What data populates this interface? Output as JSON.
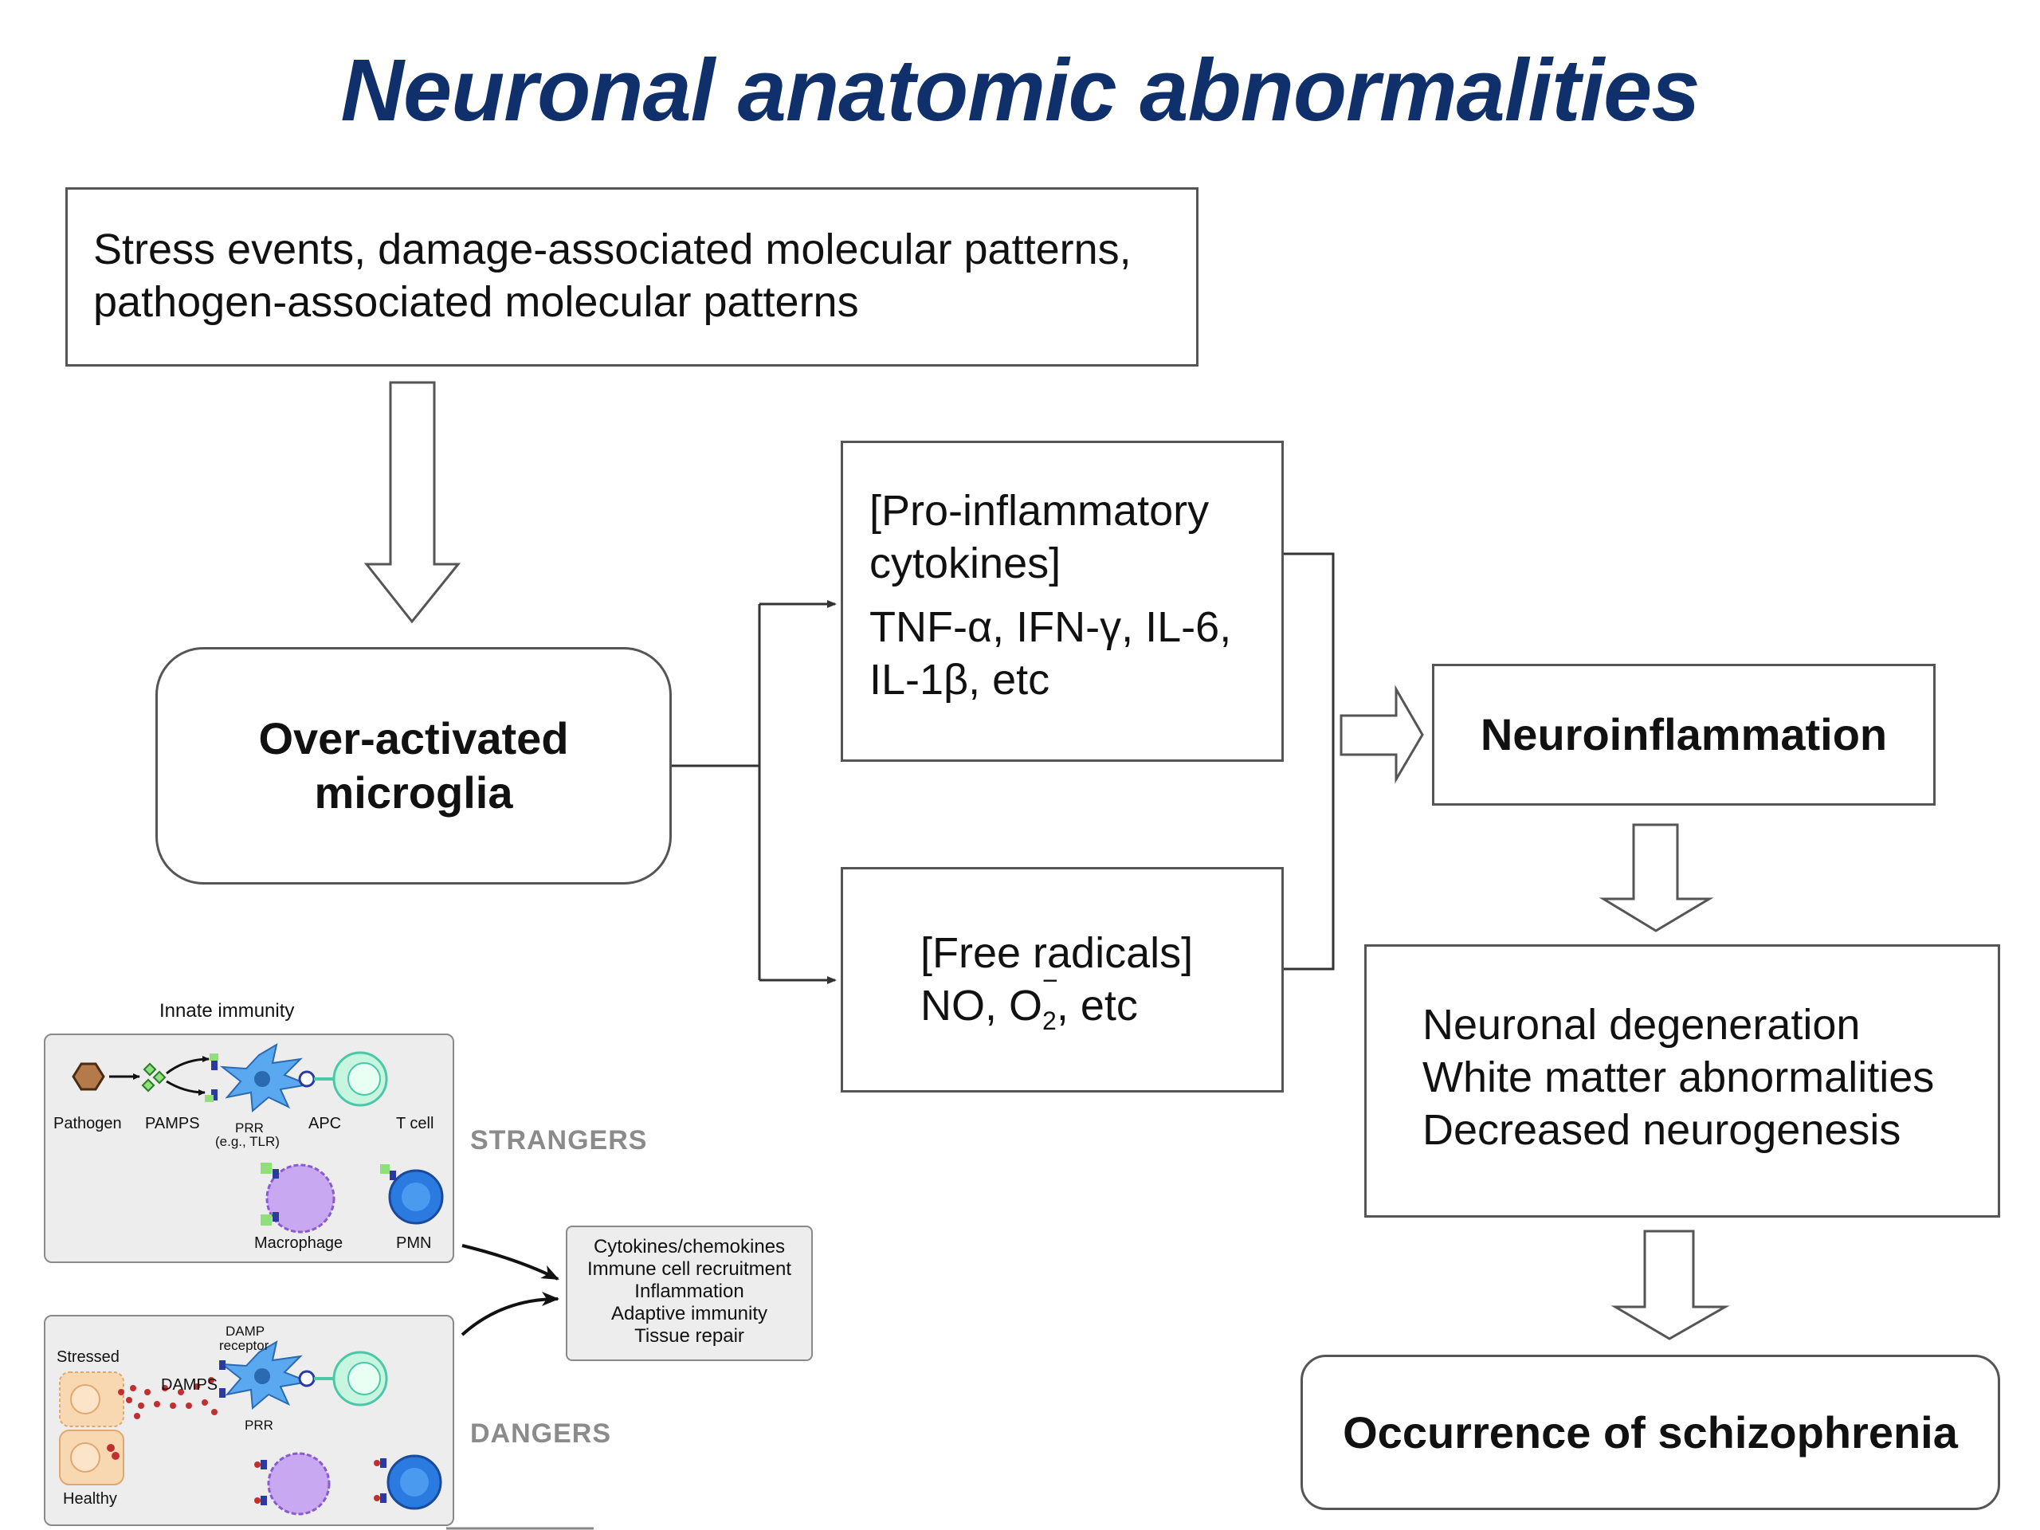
{
  "title": "Neuronal anatomic abnormalities",
  "flow": {
    "stress": {
      "line1": "Stress events, damage-associated molecular patterns,",
      "line2": "pathogen-associated molecular patterns"
    },
    "microglia": {
      "line1": "Over-activated",
      "line2": "microglia"
    },
    "cytokines": {
      "line1": "[Pro-inflammatory",
      "line2": "cytokines]",
      "line3": "TNF-α, IFN-γ, IL-6,",
      "line4": "IL-1β, etc"
    },
    "radicals": {
      "line1": "[Free radicals]",
      "no": "NO, O",
      "sub": "2",
      "minus": "−",
      "etc": ", etc"
    },
    "neuroinflammation": "Neuroinflammation",
    "outcomes": [
      "Neuronal degeneration",
      "White matter abnormalities",
      "Decreased neurogenesis"
    ],
    "schizophrenia": "Occurrence of schizophrenia"
  },
  "inset": {
    "heading": "Innate immunity",
    "strangers": {
      "label": "STRANGERS",
      "pathogen": "Pathogen",
      "pamps": "PAMPS",
      "prr": "PRR",
      "prr_example": "(e.g., TLR)",
      "apc": "APC",
      "tcell": "T cell",
      "macrophage": "Macrophage",
      "pmn": "PMN"
    },
    "dangers": {
      "label": "DANGERS",
      "stressed": "Stressed",
      "healthy": "Healthy",
      "damps": "DAMPS",
      "damp_receptor_1": "DAMP",
      "damp_receptor_2": "receptor",
      "prr": "PRR"
    },
    "outcome_list": [
      "Cytokines/chemokines",
      "Immune cell recruitment",
      "Inflammation",
      "Adaptive immunity",
      "Tissue repair"
    ]
  }
}
